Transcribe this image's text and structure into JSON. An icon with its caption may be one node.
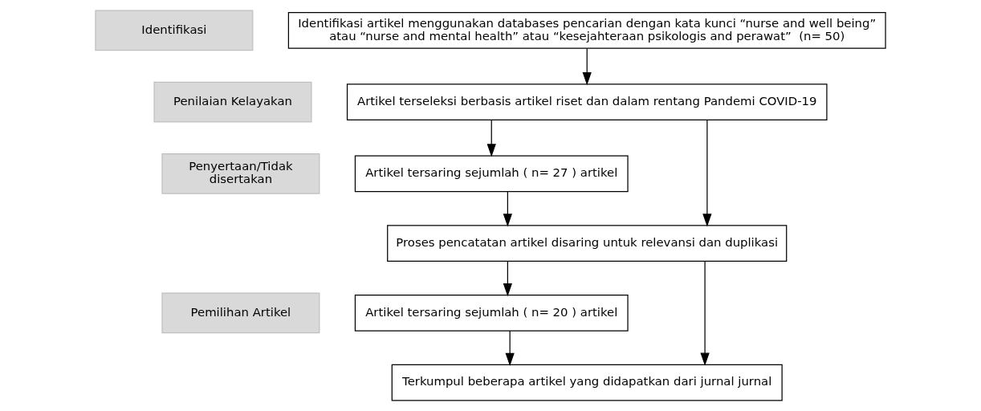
{
  "diagram": {
    "nodes": [
      {
        "text": [
          "Identifikasi"
        ]
      },
      {
        "text": [
          "Penilaian Kelayakan"
        ]
      },
      {
        "text": [
          "Penyertaan/Tidak disertakan"
        ]
      },
      {
        "text": [
          "Pemilihan Artikel"
        ]
      },
      {
        "text": [
          "Identifikasi artikel menggunakan databases pencarian dengan kata kunci “nurse and well being” atau “nurse and mental health” atau “kesejahteraan psikologis and perawat”  (n= 50)"
        ]
      },
      {
        "text": [
          "Artikel terseleksi berbasis artikel riset dan dalam rentang Pandemi COVID-19"
        ]
      },
      {
        "text": [
          "Artikel tersaring sejumlah ( n= 27 ) artikel"
        ]
      },
      {
        "text": [
          "Proses pencatatan artikel disaring untuk relevansi dan duplikasi"
        ]
      },
      {
        "text": [
          "Artikel tersaring sejumlah ( n= 20 ) artikel"
        ]
      },
      {
        "text": [
          "Terkumpul beberapa artikel yang didapatkan dari jurnal jurnal"
        ]
      }
    ],
    "edges": [
      {
        "from": 4,
        "to": 5,
        "arrow": "to"
      },
      {
        "from": 5,
        "to": 6,
        "arrow": "to"
      },
      {
        "from": 5,
        "to": 7,
        "arrow": "to"
      },
      {
        "from": 6,
        "to": 7,
        "arrow": "to"
      },
      {
        "from": 7,
        "to": 8,
        "arrow": "to"
      },
      {
        "from": 7,
        "to": 9,
        "arrow": "to"
      },
      {
        "from": 8,
        "to": 9,
        "arrow": "to"
      }
    ]
  }
}
